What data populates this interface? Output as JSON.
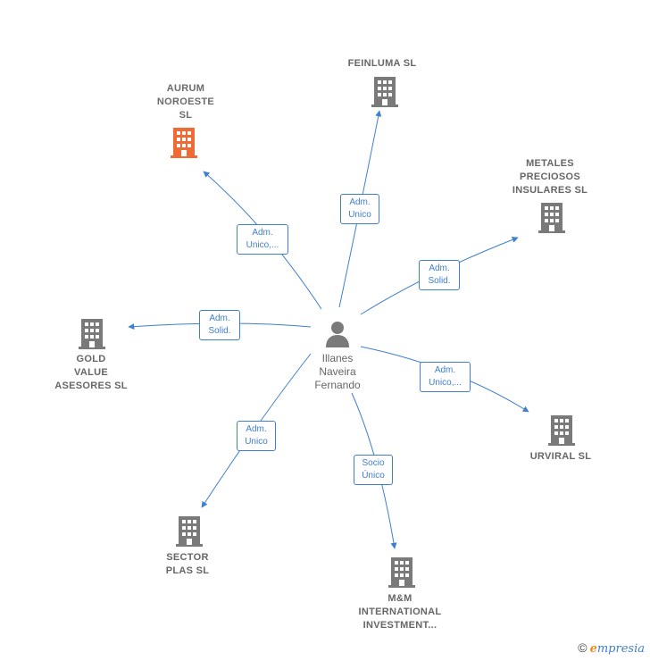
{
  "center": {
    "lines": [
      "Illanes",
      "Naveira",
      "Fernando"
    ],
    "icon": "person-icon"
  },
  "companies": [
    {
      "id": "aurum",
      "lines": [
        "AURUM",
        "NOROESTE",
        "SL"
      ],
      "highlight": true
    },
    {
      "id": "feinluma",
      "lines": [
        "FEINLUMA  SL"
      ],
      "highlight": false
    },
    {
      "id": "metales",
      "lines": [
        "METALES",
        "PRECIOSOS",
        "INSULARES  SL"
      ],
      "highlight": false
    },
    {
      "id": "gold",
      "lines": [
        "GOLD",
        "VALUE",
        "ASESORES  SL"
      ],
      "highlight": false
    },
    {
      "id": "urviral",
      "lines": [
        "URVIRAL  SL"
      ],
      "highlight": false
    },
    {
      "id": "sector",
      "lines": [
        "SECTOR",
        "PLAS  SL"
      ],
      "highlight": false
    },
    {
      "id": "mm",
      "lines": [
        "M&M",
        "INTERNATIONAL",
        "INVESTMENT..."
      ],
      "highlight": false
    }
  ],
  "relations": [
    {
      "to": "aurum",
      "lines": [
        "Adm.",
        "Unico,..."
      ]
    },
    {
      "to": "feinluma",
      "lines": [
        "Adm.",
        "Unico"
      ]
    },
    {
      "to": "metales",
      "lines": [
        "Adm.",
        "Solid."
      ]
    },
    {
      "to": "gold",
      "lines": [
        "Adm.",
        "Solid."
      ]
    },
    {
      "to": "urviral",
      "lines": [
        "Adm.",
        "Unico,..."
      ]
    },
    {
      "to": "sector",
      "lines": [
        "Adm.",
        "Unico"
      ]
    },
    {
      "to": "mm",
      "lines": [
        "Socio",
        "Único"
      ]
    }
  ],
  "colors": {
    "edge": "#3f7fcf",
    "building": "#7a7a7a",
    "building_highlight": "#f06a35",
    "label": "#666666"
  },
  "brand": {
    "copyright": "©",
    "name_initial": "e",
    "name_rest": "mpresia"
  }
}
